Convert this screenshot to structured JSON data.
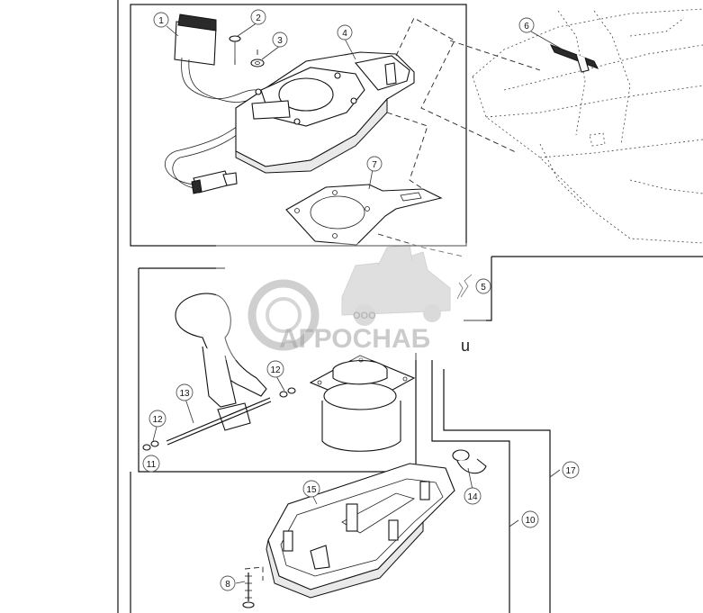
{
  "callouts": {
    "c1": "1",
    "c2": "2",
    "c3": "3",
    "c4": "4",
    "c5": "5",
    "c6": "6",
    "c7": "7",
    "c8": "8",
    "c10": "10",
    "c11": "11",
    "c12a": "12",
    "c12b": "12",
    "c13": "13",
    "c14": "14",
    "c15": "15",
    "c17": "17"
  },
  "watermark": {
    "company_prefix": "ООО",
    "company_name": "АГРОСНАБ"
  },
  "stray_text": "u"
}
